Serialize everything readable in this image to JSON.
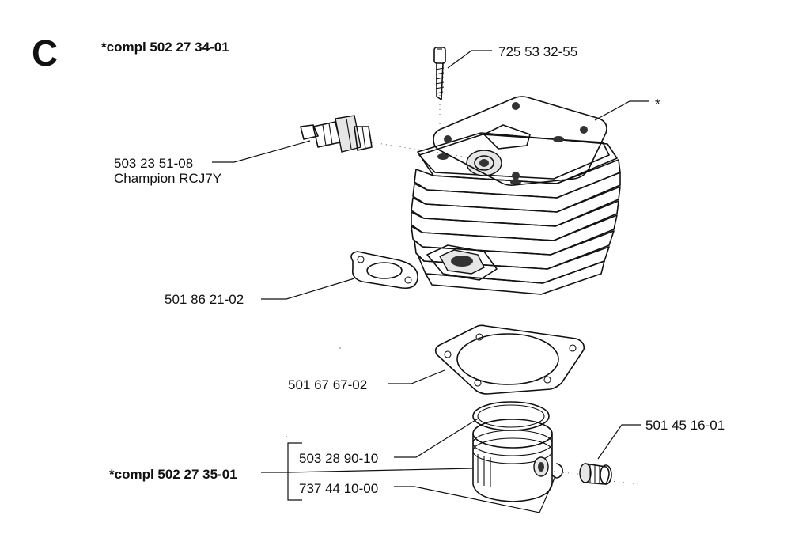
{
  "section_letter": "C",
  "assemblies": {
    "cylinder_kit": "*compl 502 27 34-01",
    "piston_kit": "*compl 502 27 35-01"
  },
  "parts": {
    "screw": "725 53 32-55",
    "top_gasket_marker": "*",
    "spark_plug": "503 23 51-08",
    "spark_plug_type": "Champion RCJ7Y",
    "exhaust_gasket": "501 86 21-02",
    "base_gasket": "501 67 67-02",
    "piston_ring": "503 28 90-10",
    "circlip": "737 44 10-00",
    "needle_bearing": "501 45 16-01"
  }
}
